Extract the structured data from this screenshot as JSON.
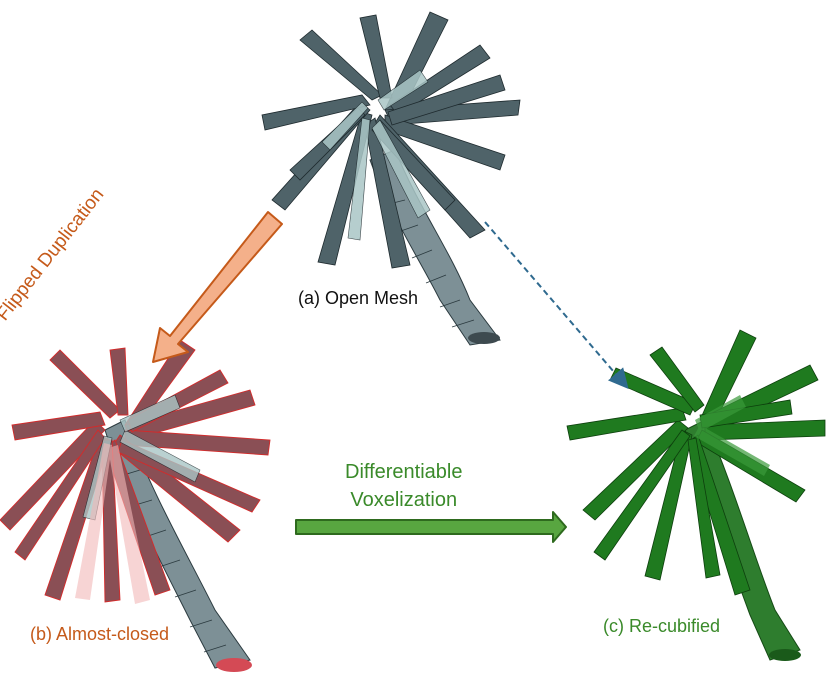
{
  "captions": {
    "a": "(a) Open Mesh",
    "b": "(b) Almost-closed",
    "c": "(c) Re-cubified"
  },
  "arrows": {
    "flipped": "Flipped Duplication",
    "diff_line1": "Differentiable",
    "diff_line2": "Voxelization"
  },
  "colors": {
    "open_mesh": "#4f6369",
    "open_mesh_light": "#aac6c6",
    "almost_closed": "#8a4f55",
    "almost_closed_edge": "#d42a2a",
    "re_cubified": "#1f7a1f",
    "orange_text": "#c55a1a",
    "green_text": "#3a8a2a",
    "orange_arrow": "#f4b08a",
    "green_arrow": "#58a640",
    "dashed_arrow": "#2f6a8f"
  }
}
